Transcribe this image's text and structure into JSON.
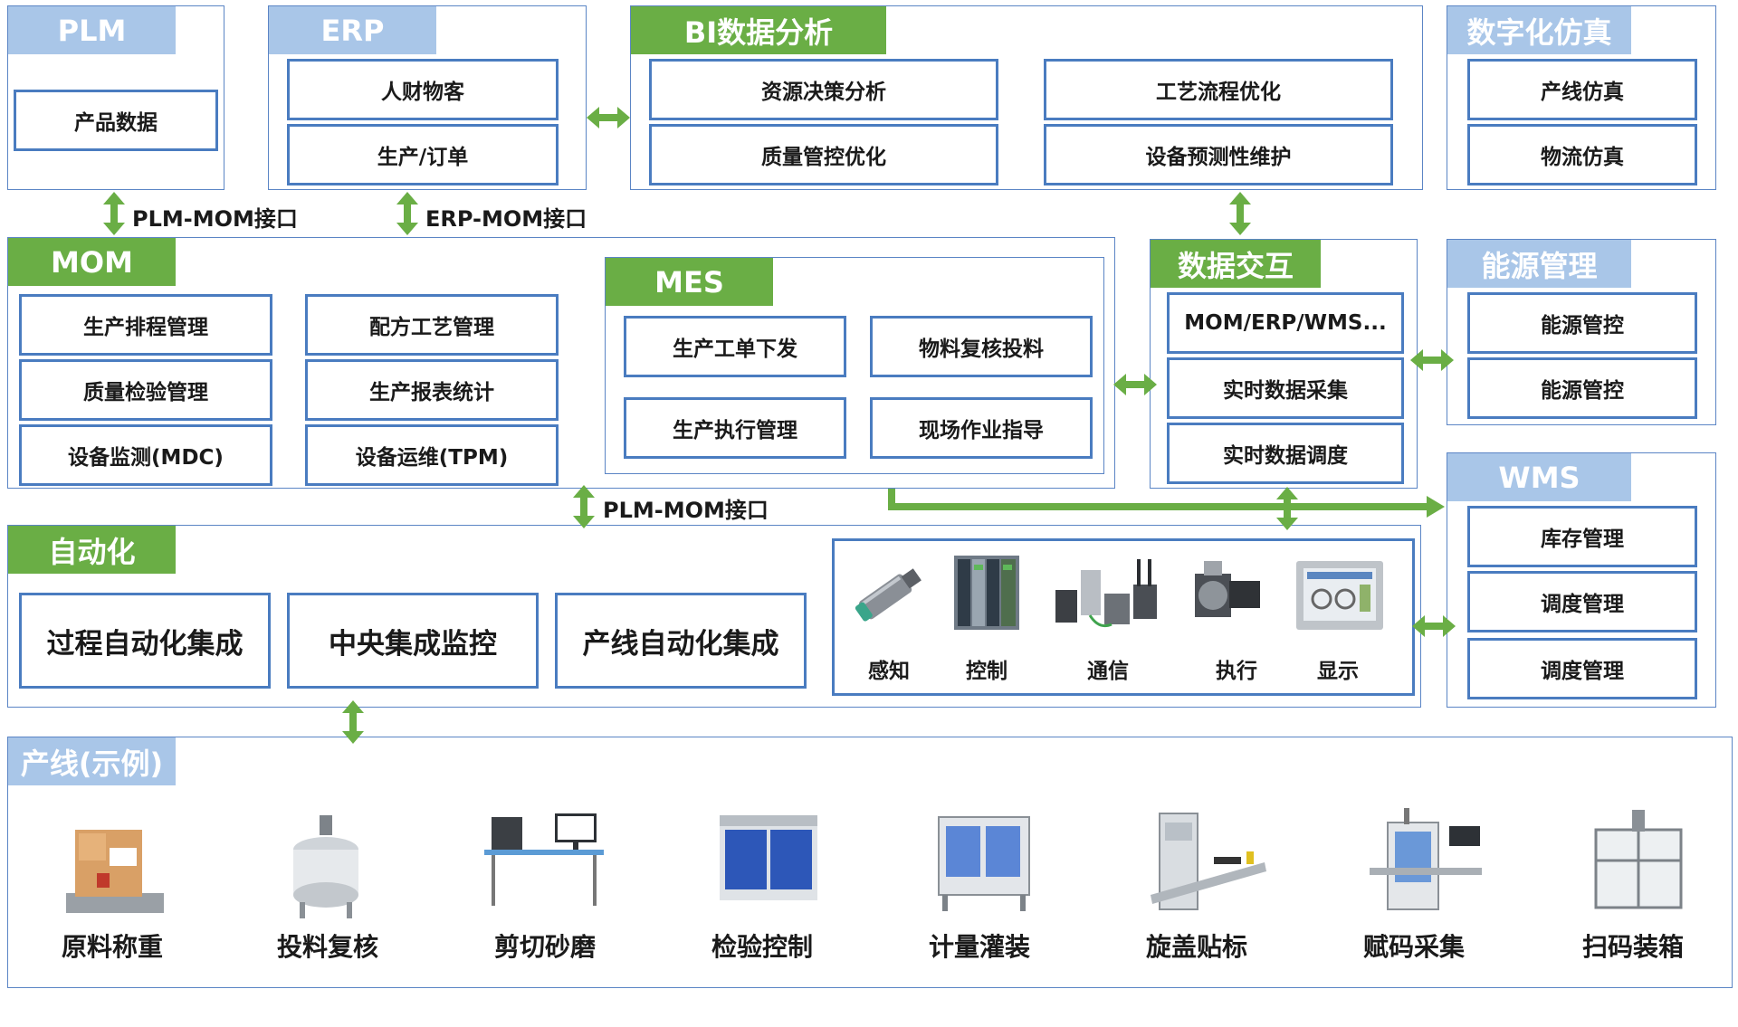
{
  "plm": {
    "title": "PLM",
    "items": [
      "产品数据"
    ]
  },
  "erp": {
    "title": "ERP",
    "items": [
      "人财物客",
      "生产/订单"
    ]
  },
  "bi": {
    "title": "BI数据分析",
    "items": [
      "资源决策分析",
      "工艺流程优化",
      "质量管控优化",
      "设备预测性维护"
    ]
  },
  "sim": {
    "title": "数字化仿真",
    "items": [
      "产线仿真",
      "物流仿真"
    ]
  },
  "interfaces": {
    "plm_mom": "PLM-MOM接口",
    "erp_mom": "ERP-MOM接口",
    "plm_mom_lower": "PLM-MOM接口"
  },
  "mom": {
    "title": "MOM",
    "items": [
      "生产排程管理",
      "配方工艺管理",
      "质量检验管理",
      "生产报表统计",
      "设备监测(MDC)",
      "设备运维(TPM)"
    ]
  },
  "mes": {
    "title": "MES",
    "items": [
      "生产工单下发",
      "物料复核投料",
      "生产执行管理",
      "现场作业指导"
    ]
  },
  "exchange": {
    "title": "数据交互",
    "items": [
      "MOM/ERP/WMS...",
      "实时数据采集",
      "实时数据调度"
    ]
  },
  "energy": {
    "title": "能源管理",
    "items": [
      "能源管控",
      "能源管控"
    ]
  },
  "wms": {
    "title": "WMS",
    "items": [
      "库存管理",
      "调度管理",
      "调度管理"
    ]
  },
  "automation": {
    "title": "自动化",
    "items": [
      "过程自动化集成",
      "中央集成监控",
      "产线自动化集成"
    ],
    "devices": [
      "感知",
      "控制",
      "通信",
      "执行",
      "显示"
    ]
  },
  "line": {
    "title": "产线(示例)",
    "stations": [
      "原料称重",
      "投料复核",
      "剪切砂磨",
      "检验控制",
      "计量灌装",
      "旋盖贴标",
      "赋码采集",
      "扫码装箱"
    ]
  },
  "colors": {
    "green": "#6aae45",
    "blue_header": "#a9c6e8",
    "border": "#4a7cc0",
    "arrow": "#6aae45"
  }
}
